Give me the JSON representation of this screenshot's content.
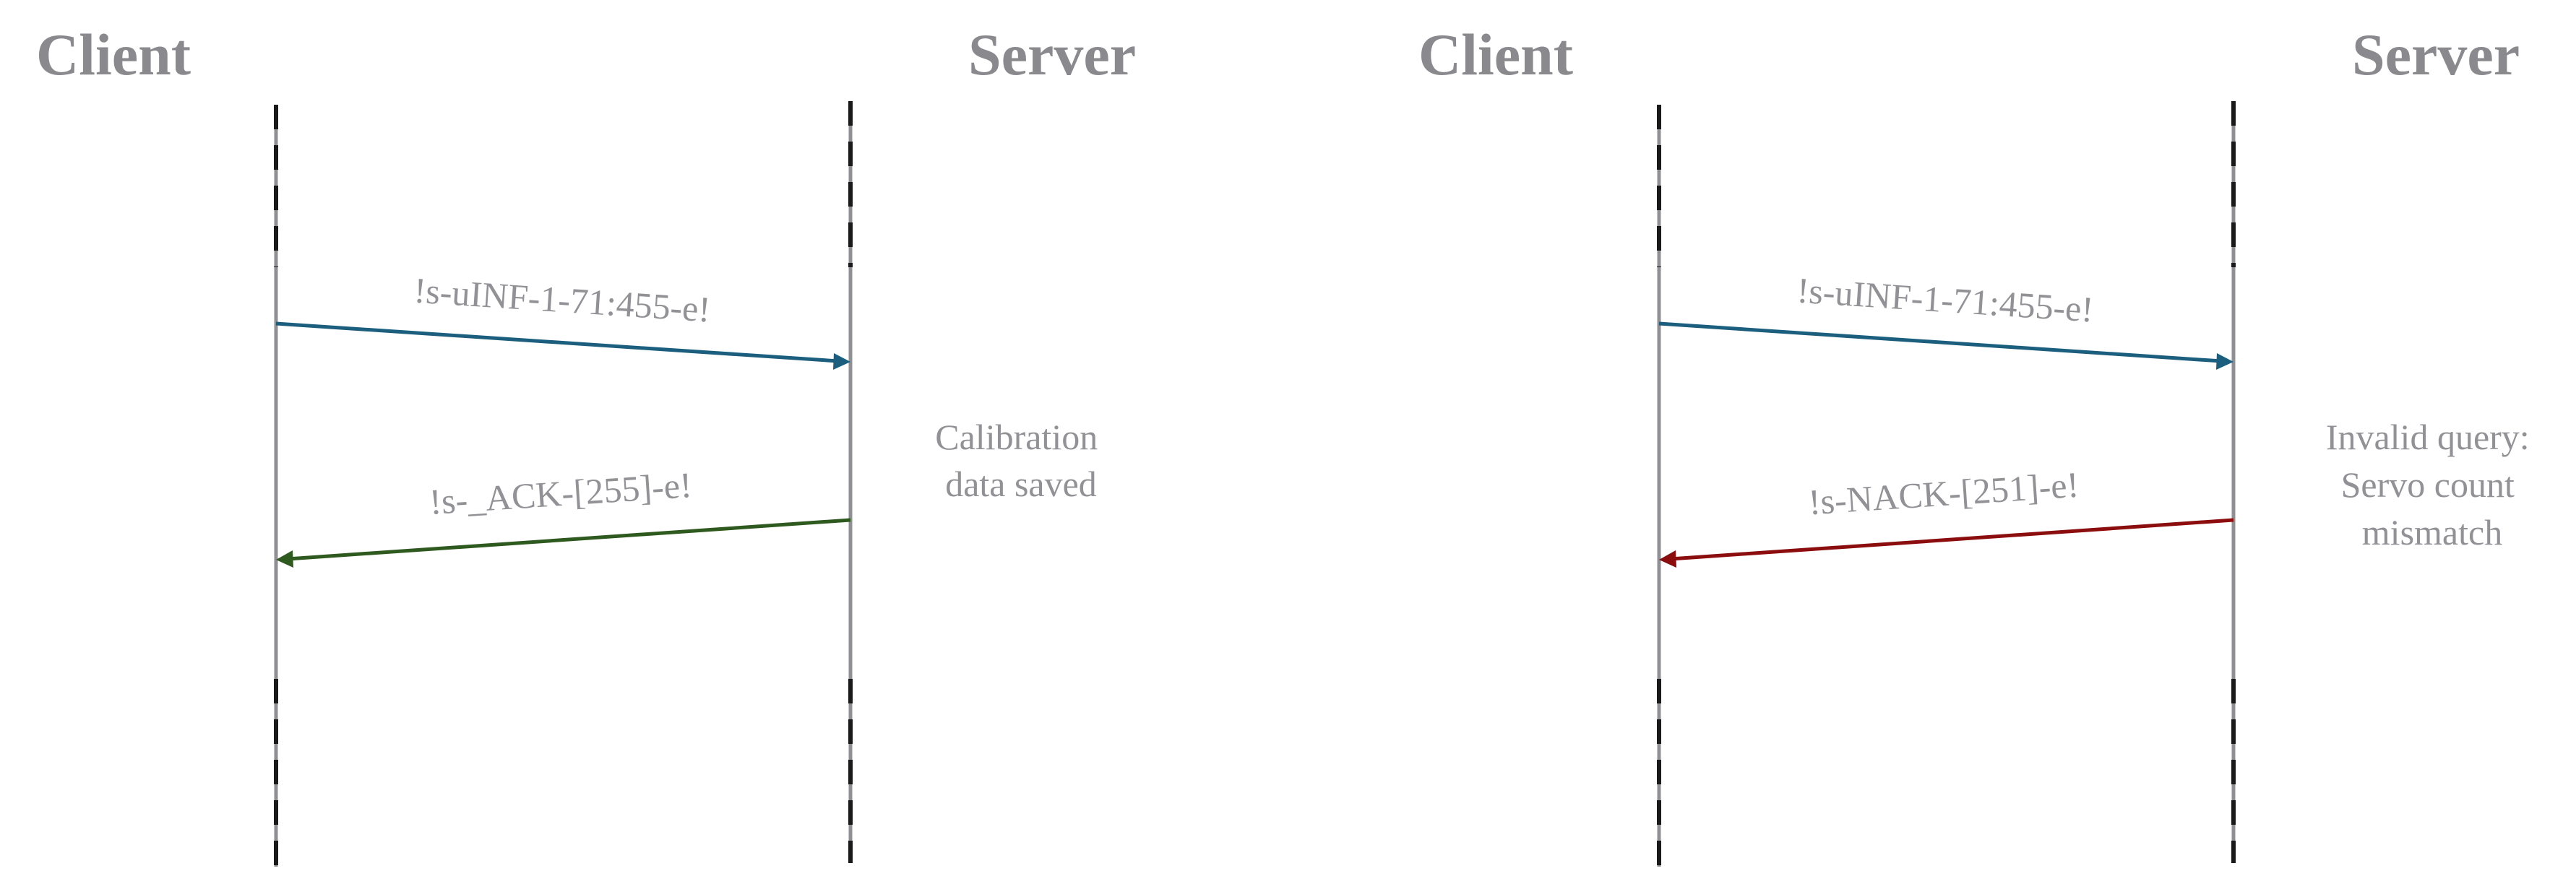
{
  "diagrams": [
    {
      "client_label": "Client",
      "server_label": "Server",
      "request": {
        "text": "!s-uINF-1-71:455-e!",
        "color": "#1b5e7e"
      },
      "response": {
        "text": "!s-_ACK-[255]-e!",
        "color": "#2f5a1f"
      },
      "server_note": [
        "Calibration",
        "data saved"
      ]
    },
    {
      "client_label": "Client",
      "server_label": "Server",
      "request": {
        "text": "!s-uINF-1-71:455-e!",
        "color": "#1b5e7e"
      },
      "response": {
        "text": "!s-NACK-[251]-e!",
        "color": "#8b0d0d"
      },
      "server_note": [
        "Invalid query:",
        "Servo count",
        "mismatch"
      ]
    }
  ]
}
